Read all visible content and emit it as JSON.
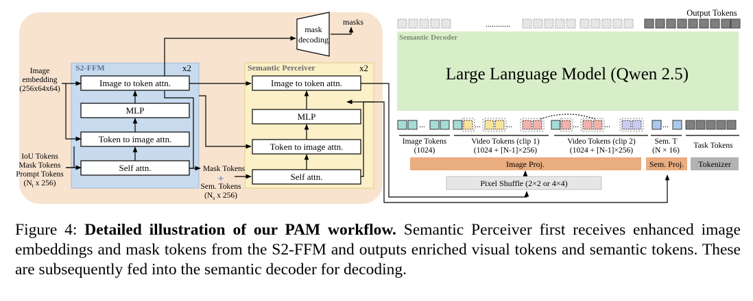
{
  "s2ffm": {
    "title": "S2-FFM",
    "repeat": "x2",
    "blocks": [
      "Image to token attn.",
      "MLP",
      "Token to image attn.",
      "Self attn."
    ]
  },
  "semantic_perceiver": {
    "title": "Semantic Perceiver",
    "repeat": "x2",
    "blocks": [
      "Image to token attn.",
      "MLP",
      "Token to image attn.",
      "Self attn."
    ]
  },
  "inputs": {
    "image_embedding": [
      "Image",
      "embedding",
      "(256x64x64)"
    ],
    "tokens": [
      "IoU Tokens",
      "Mask Tokens",
      "Prompt Tokens",
      "(N",
      "t",
      " x 256)"
    ]
  },
  "mid_labels": {
    "mask_tokens": "Mask Tokens",
    "plus": "+",
    "sem_tokens": "Sem. Tokens",
    "sem_dims": [
      "(N",
      "s",
      " x 256)"
    ]
  },
  "mask_decoding": {
    "label": [
      "mask",
      "decoding"
    ],
    "output": "masks"
  },
  "semantic_decoder": {
    "title": "Semantic Decoder",
    "llm": "Large Language Model (Qwen 2.5)",
    "output_tokens": "Output Tokens",
    "dots": "............"
  },
  "token_groups": [
    {
      "label": [
        "Image Tokens",
        "(1024)"
      ]
    },
    {
      "label": [
        "Video Tokens (clip 1)",
        "(1024 + [N-1]×256)"
      ]
    },
    {
      "label": [
        "Video Tokens (clip 2)",
        "(1024 + [N-1]×256)"
      ]
    },
    {
      "label": [
        "Sem. T",
        "(N × 16)"
      ]
    },
    {
      "label": [
        "Task Tokens"
      ]
    }
  ],
  "proj": {
    "image": "Image Proj.",
    "sem": "Sem. Proj.",
    "tokenizer": "Tokenizer",
    "pixel_shuffle": "Pixel Shuffle (2×2 or 4×4)"
  },
  "colors": {
    "outer_bg": "#f8e3cf",
    "s2ffm_bg": "#c7daee",
    "perceiver_bg": "#fbf0c7",
    "llm_bg": "#d8eec9",
    "proj_orange": "#e9ad7f",
    "tokenizer_gray": "#b3b3b3",
    "teal": "#a6dcd8",
    "yellow": "#f8e39b",
    "pink": "#f2b1ac",
    "lavender": "#c9cbf1",
    "blue": "#aac9ec",
    "dark_gray": "#7f7f7f"
  },
  "caption": {
    "prefix": "Figure 4: ",
    "bold": "Detailed illustration of our PAM workflow.",
    "text": " Semantic Perceiver first receives enhanced image embeddings and mask tokens from the S2-FFM and outputs enriched visual tokens and semantic tokens. These are subsequently fed into the semantic decoder for decoding."
  }
}
